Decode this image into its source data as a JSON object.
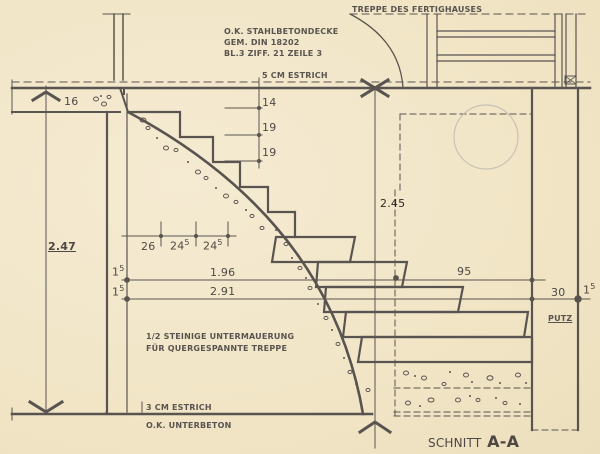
{
  "drawing": {
    "title_prefix": "SCHNITT",
    "title_section": "A-A",
    "colors": {
      "paper": "#f3e8cc",
      "ink": "#5a5450",
      "ink_light": "#8c857c"
    }
  },
  "notes": {
    "ceiling_line1": "O.K. STAHLBETONDECKE",
    "ceiling_line2": "GEM. DIN 18202",
    "ceiling_line3": "BL.3  ZIFF. 21  ZEILE 3",
    "upper_screed": "5 CM  ESTRICH",
    "prefab_stair": "TREPPE DES FERTIGHAUSES",
    "wall_line1": "1/2  STEINIGE  UNTERMAUERUNG",
    "wall_line2": "FÜR  QUERGESPANNTE  TREPPE",
    "lower_screed": "3 CM  ESTRICH",
    "sub_concrete": "O.K.  UNTERBETON",
    "plaster": "PUTZ"
  },
  "dimensions": {
    "slab_thickness": "16",
    "riser_1": "14",
    "riser_2": "19",
    "riser_3": "19",
    "floor_height_left": "2.47",
    "floor_height_center": "2.45",
    "tread_1": "26",
    "tread_2": "24",
    "tread_2_sup": "5",
    "tread_3": "24",
    "tread_3_sup": "5",
    "offset_upper": "1",
    "offset_upper_sup": "5",
    "offset_lower": "1",
    "offset_lower_sup": "5",
    "run_196": "1.96",
    "run_291": "2.91",
    "width_95": "95",
    "wall_30": "30",
    "wall_15": "1",
    "wall_15_sup": "5"
  }
}
